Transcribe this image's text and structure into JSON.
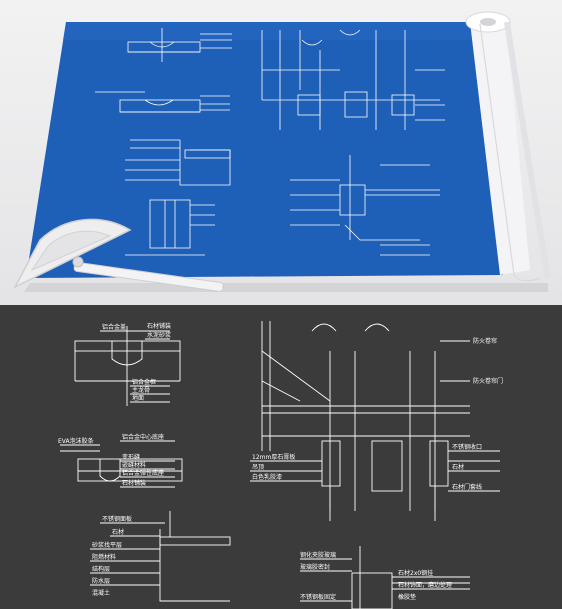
{
  "colors": {
    "blueprint": "#1e5fb8",
    "blueprint_dark": "#164c97",
    "cad_background": "#3b3b3b",
    "line": "#ffffff",
    "page_background": "#e9e9ea"
  },
  "icons": {
    "protractor": "protractor-icon",
    "paper_roll": "paper-roll-icon"
  },
  "cad": {
    "detail1": {
      "label_a": "铝合金盖",
      "label_b": "石材铺装",
      "label_c": "水泥砂浆",
      "label_d": "铝合金框",
      "label_e": "主龙骨",
      "label_f": "地面"
    },
    "detail2": {
      "label_a": "EVA泡沫胶条",
      "label_b": "铝合金中心底座",
      "label_c": "变形缝",
      "label_d": "嵌缝材料",
      "label_e": "铝合金弹性底座",
      "label_f": "石材铺装"
    },
    "detail3": {
      "label_a": "不锈钢面板",
      "label_b": "石材",
      "label_c": "砂浆找平层",
      "label_d": "阻燃材料",
      "label_e": "结构层",
      "label_f": "防水层",
      "label_g": "混凝土"
    },
    "detail4": {
      "label_a": "防火卷帘",
      "label_b": "防火卷帘门",
      "label_c": "12mm厚石膏板",
      "label_d": "吊顶",
      "label_e": "石材",
      "label_f": "石材门套线",
      "label_g": "不锈钢收口",
      "label_h": "白色乳胶漆"
    },
    "detail5": {
      "label_a": "钢化夹胶玻璃",
      "label_b": "玻璃胶密封",
      "label_c": "石材2x0钢挂",
      "label_d": "石材饰面，磨边处理",
      "label_e": "不锈钢板固定",
      "label_f": "橡胶垫"
    }
  }
}
